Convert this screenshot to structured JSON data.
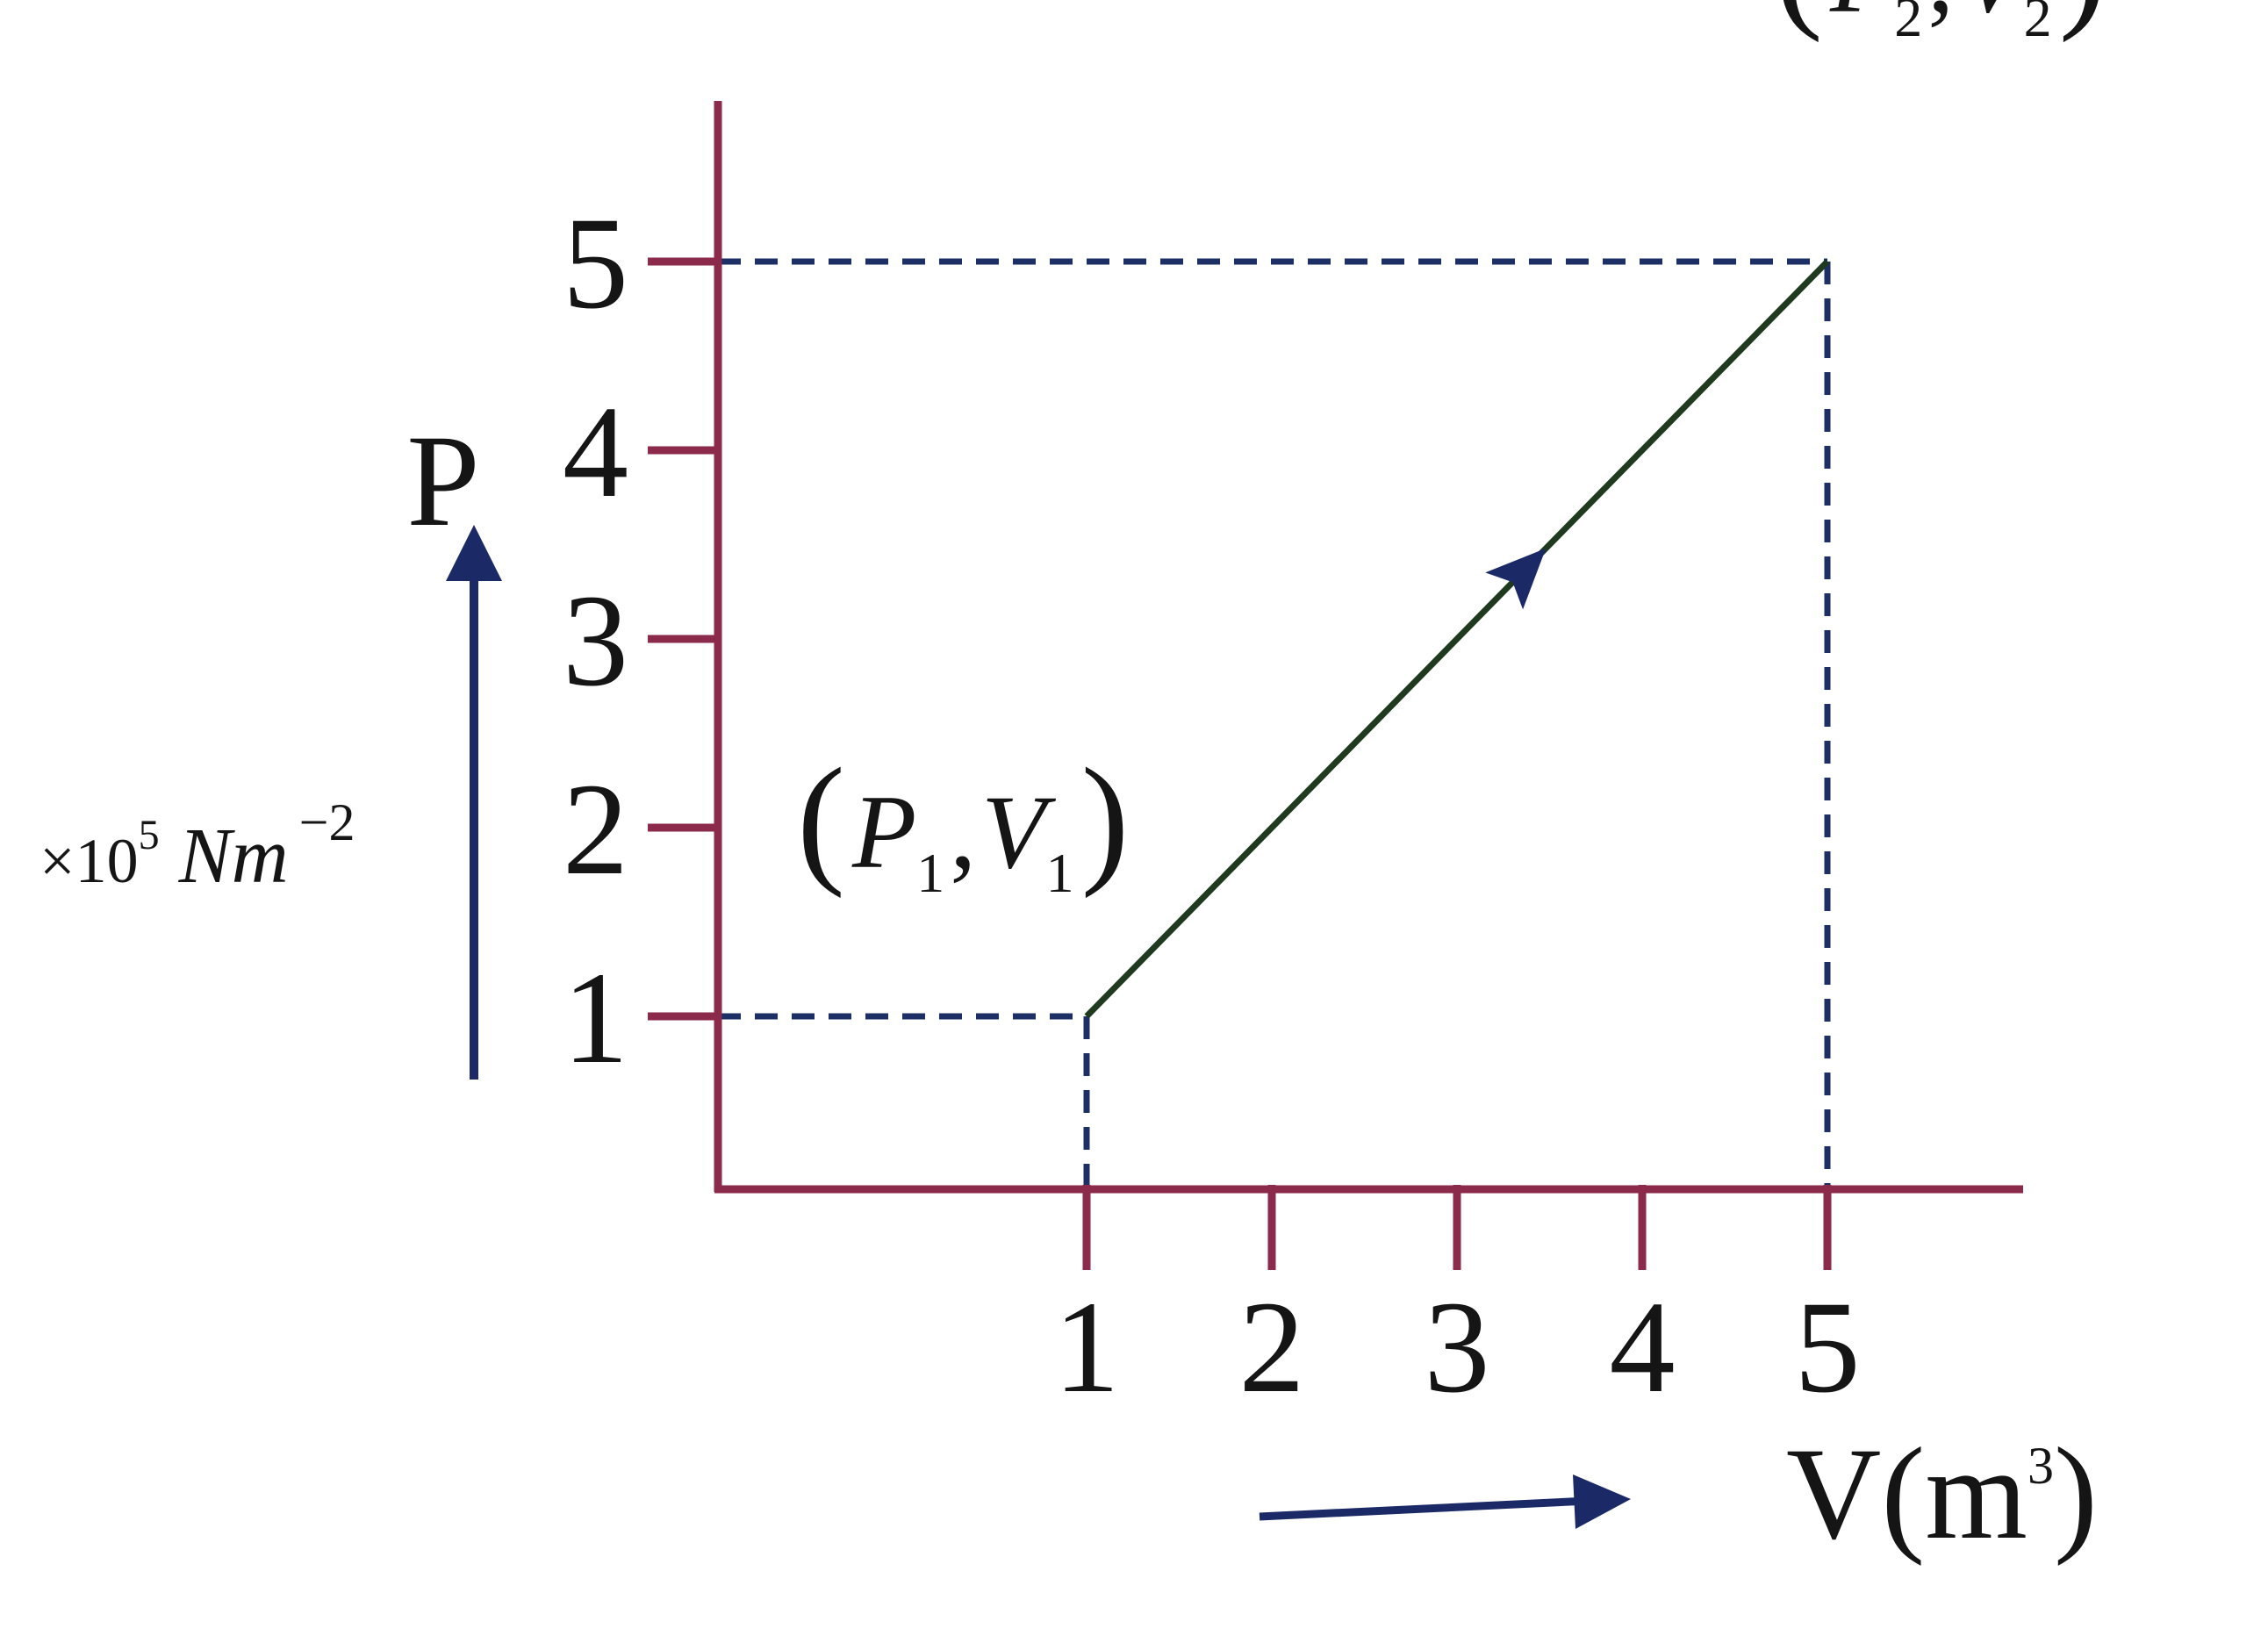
{
  "chart_data": {
    "type": "line",
    "x_axis": {
      "letter": "V",
      "unit_open": "(",
      "unit_base": "m",
      "unit_exp": "3",
      "unit_close": ")",
      "ticks": [
        1,
        2,
        3,
        4,
        5
      ],
      "tick_labels": [
        "1",
        "2",
        "3",
        "4",
        "5"
      ]
    },
    "y_axis": {
      "letter": "P",
      "scale_prefix": "×10",
      "scale_exp": "5",
      "unit_base": "Nm",
      "unit_exp": "−2",
      "ticks": [
        1,
        2,
        3,
        4,
        5
      ],
      "tick_labels": [
        "1",
        "2",
        "3",
        "4",
        "5"
      ]
    },
    "series": [
      {
        "x": [
          1,
          5
        ],
        "y": [
          1,
          5
        ]
      }
    ],
    "points": [
      {
        "x": 1,
        "y": 1,
        "sym": "P",
        "sub": "1",
        "sym2": "V",
        "sub2": "1"
      },
      {
        "x": 5,
        "y": 5,
        "sym": "P",
        "sub": "2",
        "sym2": "V",
        "sub2": "2"
      }
    ],
    "direction_arrow": true,
    "guide_lines": "dashed",
    "grid": false,
    "colors": {
      "axes": "#8b2a4a",
      "process_line": "#1f3a1f",
      "guides": "#1e2f66",
      "arrows": "#1b2a66",
      "text": "#151515"
    }
  }
}
